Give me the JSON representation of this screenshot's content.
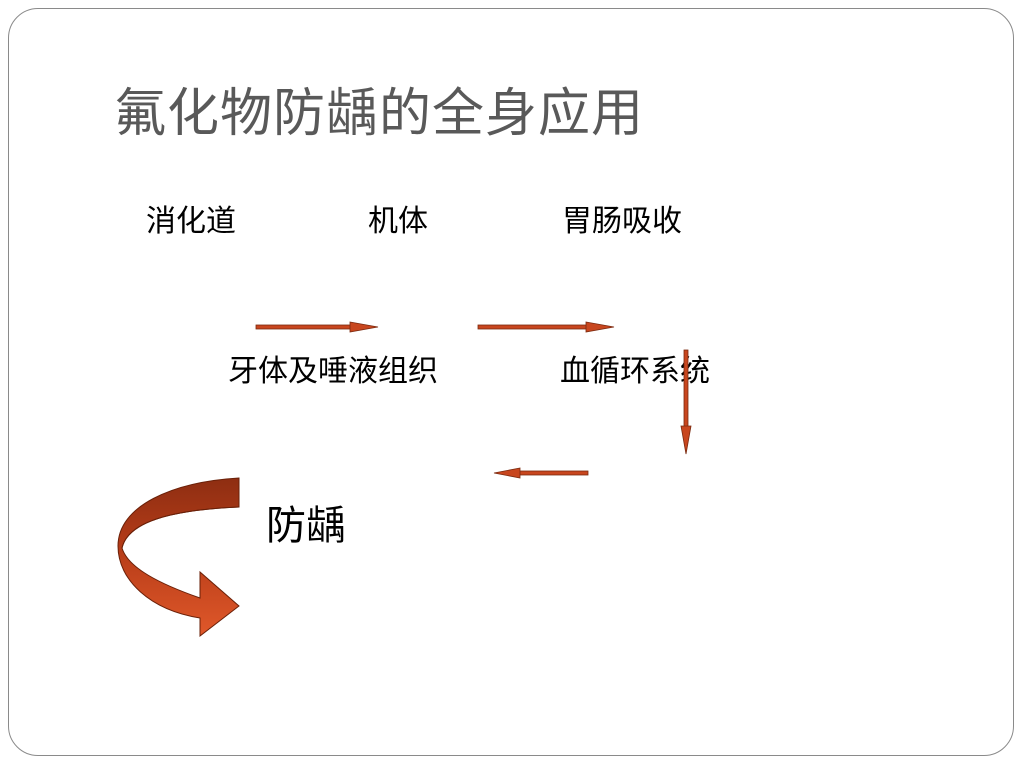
{
  "slide": {
    "title": "氟化物防龋的全身应用"
  },
  "nodes": {
    "digestive_tract": "消化道",
    "body": "机体",
    "gi_absorption": "胃肠吸收",
    "teeth_saliva": "牙体及唾液组织",
    "circulation": "血循环系统",
    "caries_prevention": "防龋"
  },
  "colors": {
    "arrow_fill": "#c8461e",
    "arrow_stroke": "#7a2a10",
    "curved_arrow_light": "#e0582a",
    "curved_arrow_dark": "#8e2e12",
    "title_color": "#595959",
    "border_color": "#8a8a8a"
  }
}
